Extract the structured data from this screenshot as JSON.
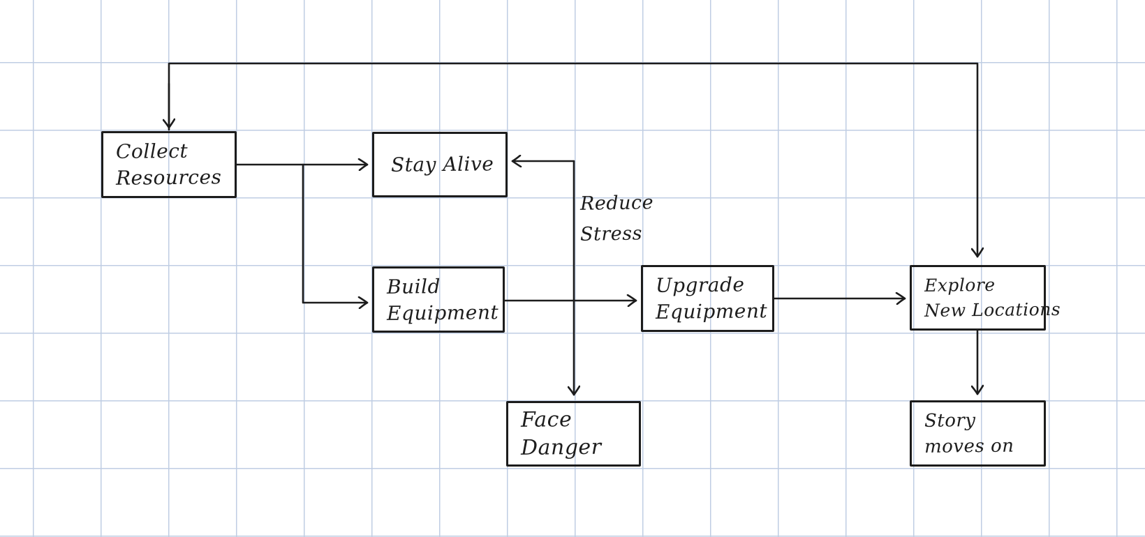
{
  "diagram": {
    "title": "survival game loop flowchart",
    "colors": {
      "background": "#ffffff",
      "grid": "#bfcde3",
      "stroke": "#1c1c1c"
    },
    "nodes": [
      {
        "id": "collect-resources",
        "lines": [
          "Collect",
          "Resources"
        ]
      },
      {
        "id": "stay-alive",
        "lines": [
          "Stay Alive"
        ]
      },
      {
        "id": "build-equipment",
        "lines": [
          "Build",
          "Equipment"
        ]
      },
      {
        "id": "upgrade-equipment",
        "lines": [
          "Upgrade",
          "Equipment"
        ]
      },
      {
        "id": "explore-new-locations",
        "lines": [
          "Explore",
          "New Locations"
        ]
      },
      {
        "id": "face-danger",
        "lines": [
          "Face",
          "Danger"
        ]
      },
      {
        "id": "story-moves-on",
        "lines": [
          "Story",
          "moves on"
        ]
      }
    ],
    "edges": [
      {
        "id": "edge-loop-to-collect-and-explore",
        "from": "explore-new-locations",
        "to": "collect-resources",
        "label": ""
      },
      {
        "id": "edge-collect-to-stay-alive",
        "from": "collect-resources",
        "to": "stay-alive",
        "label": ""
      },
      {
        "id": "edge-collect-to-build",
        "from": "collect-resources",
        "to": "build-equipment",
        "label": ""
      },
      {
        "id": "edge-build-to-upgrade",
        "from": "build-equipment",
        "to": "upgrade-equipment",
        "label": ""
      },
      {
        "id": "edge-junction-to-stay-alive",
        "from": "face-danger",
        "to": "stay-alive",
        "label": "Reduce Stress"
      },
      {
        "id": "edge-junction-to-face-danger",
        "from": "build-equipment",
        "to": "face-danger",
        "label": ""
      },
      {
        "id": "edge-upgrade-to-explore",
        "from": "upgrade-equipment",
        "to": "explore-new-locations",
        "label": ""
      },
      {
        "id": "edge-explore-to-story",
        "from": "explore-new-locations",
        "to": "story-moves-on",
        "label": ""
      }
    ],
    "edge_labels": [
      {
        "id": "reduce-stress",
        "lines": [
          "Reduce",
          "Stress"
        ]
      }
    ]
  }
}
